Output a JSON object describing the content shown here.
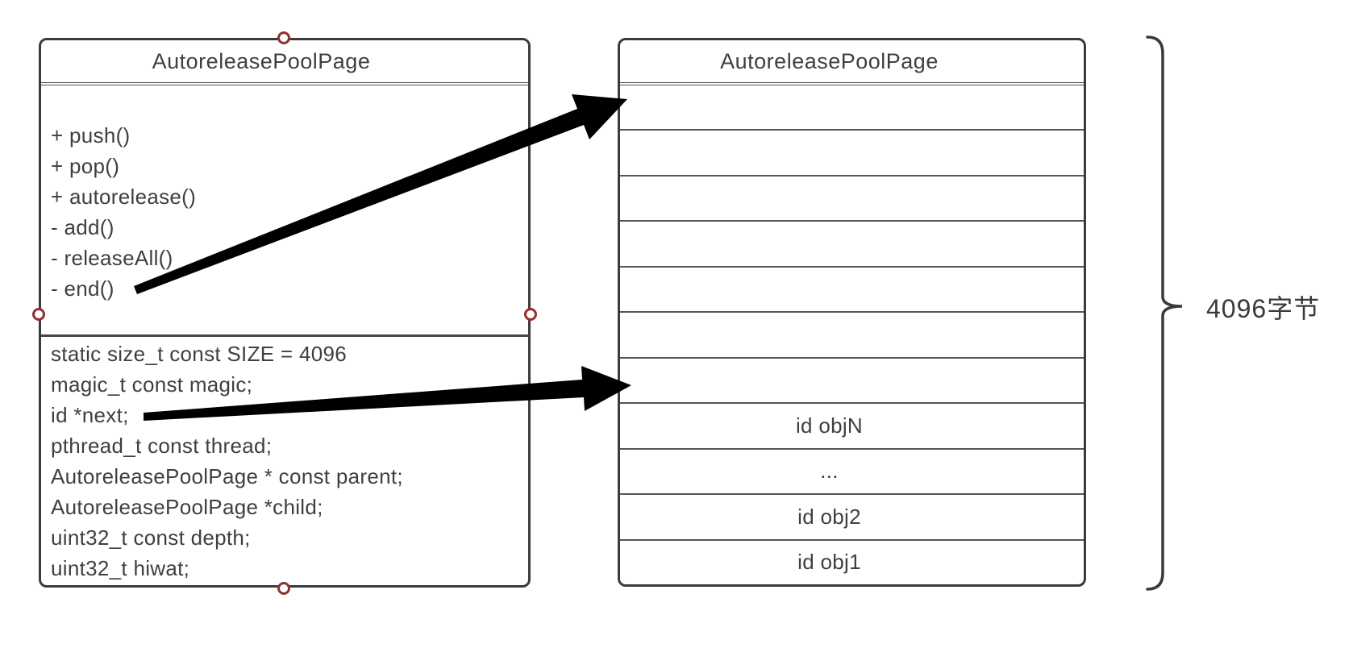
{
  "class_box": {
    "title": "AutoreleasePoolPage",
    "methods": [
      "+ push()",
      "+ pop()",
      "+ autorelease()",
      "- add()",
      "- releaseAll()",
      "- end()"
    ],
    "fields": [
      "static size_t const SIZE = 4096",
      "magic_t const magic;",
      "id *next;",
      "pthread_t const thread;",
      "AutoreleasePoolPage * const parent;",
      "AutoreleasePoolPage *child;",
      "uint32_t const depth;",
      "uint32_t hiwat;"
    ]
  },
  "memory_box": {
    "title": "AutoreleasePoolPage",
    "rows": [
      "",
      "",
      "",
      "",
      "",
      "",
      "",
      "id objN",
      "...",
      "id obj2",
      "id obj1"
    ]
  },
  "annotation": {
    "brace_label": "4096字节"
  },
  "colors": {
    "background": "#ffffff",
    "border": "#3b3b3b",
    "row_line": "#555555",
    "text": "#3f3f3f",
    "handle": "#8f3131",
    "arrow": "#000000"
  }
}
